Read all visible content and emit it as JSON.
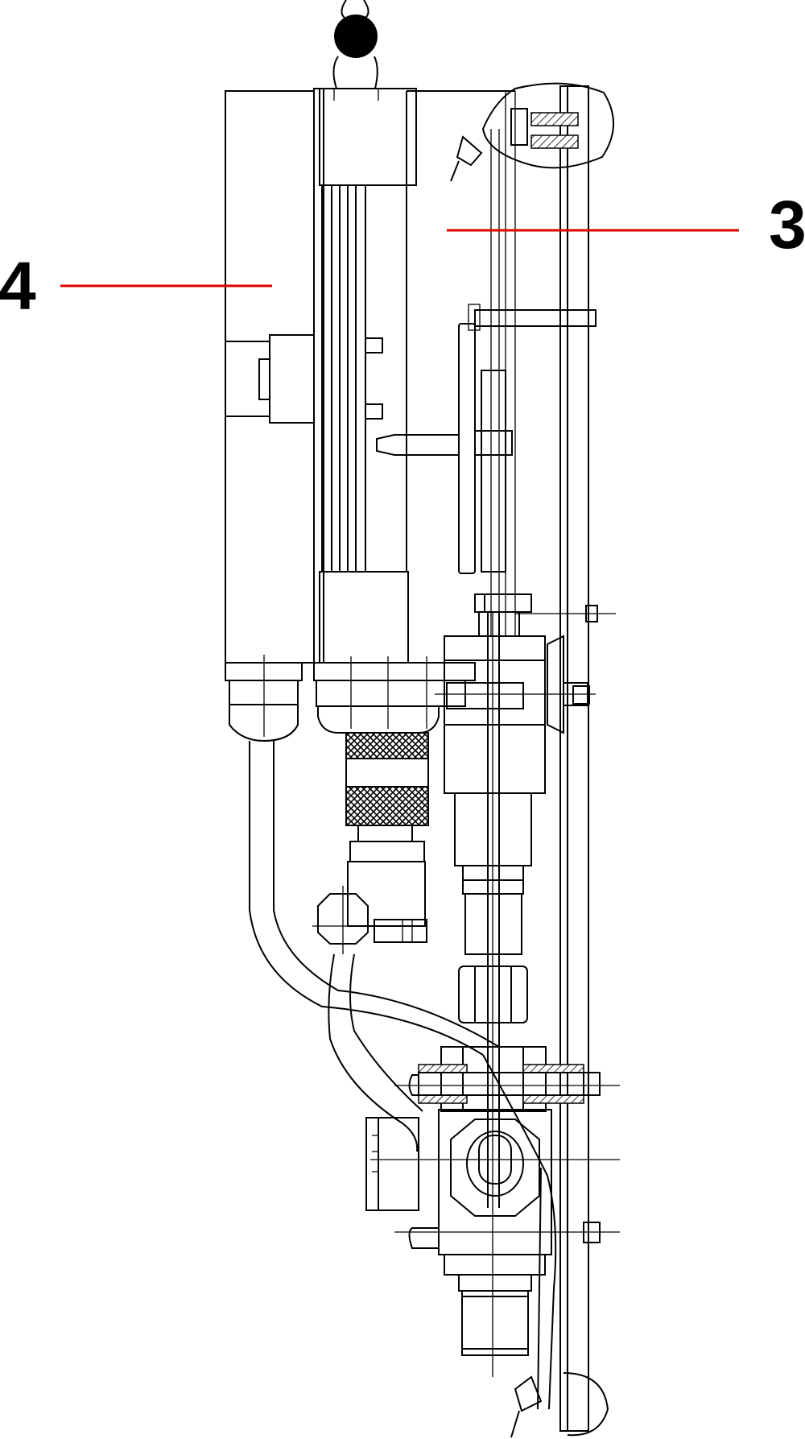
{
  "drawing": {
    "colors": {
      "line": "#000000",
      "leader": "#e00000",
      "background": "#ffffff"
    },
    "callouts": [
      {
        "id": "callout-3",
        "label": "3"
      },
      {
        "id": "callout-4",
        "label": "4"
      }
    ]
  }
}
